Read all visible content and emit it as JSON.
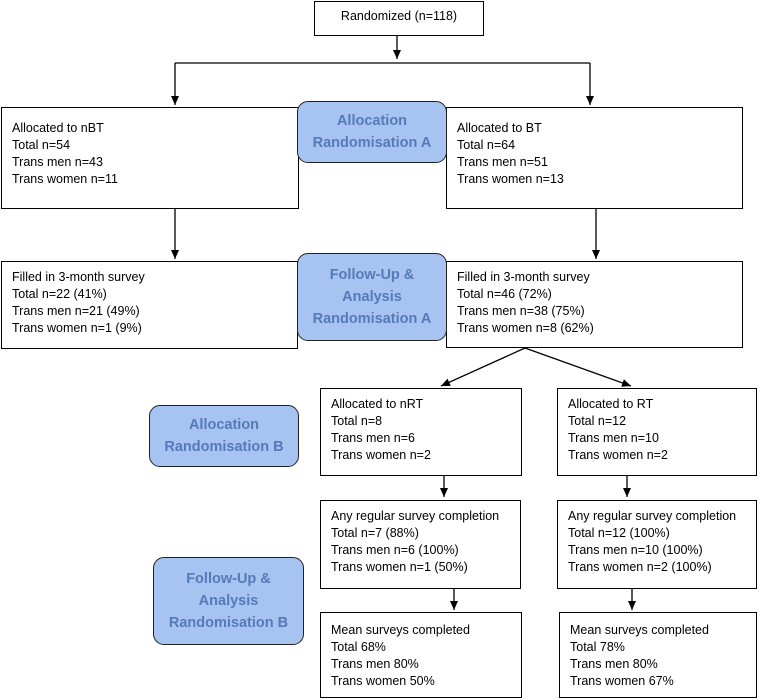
{
  "top": {
    "lines": [
      "Randomized (n=118)"
    ]
  },
  "labels": {
    "alloc_a": [
      "Allocation",
      "Randomisation A"
    ],
    "followup_a": [
      "Follow-Up &",
      "Analysis",
      "Randomisation A"
    ],
    "alloc_b": [
      "Allocation",
      "Randomisation B"
    ],
    "followup_b": [
      "Follow-Up &",
      "Analysis",
      "Randomisation B"
    ]
  },
  "boxes": {
    "nbt_alloc": [
      "Allocated to nBT",
      "Total n=54",
      "Trans men n=43",
      "Trans women n=11"
    ],
    "bt_alloc": [
      "Allocated to BT",
      "Total n=64",
      "Trans men n=51",
      "Trans women n=13"
    ],
    "nbt_survey": [
      "Filled in 3-month survey",
      "Total n=22 (41%)",
      "Trans men n=21 (49%)",
      "Trans women n=1 (9%)"
    ],
    "bt_survey": [
      "Filled in 3-month survey",
      "Total n=46 (72%)",
      "Trans men n=38 (75%)",
      "Trans women n=8 (62%)"
    ],
    "nrt_alloc": [
      "Allocated to nRT",
      "Total n=8",
      "Trans men n=6",
      "Trans women n=2"
    ],
    "rt_alloc": [
      "Allocated to RT",
      "Total n=12",
      "Trans men n=10",
      "Trans women n=2"
    ],
    "nrt_completion": [
      "Any regular survey completion",
      "Total n=7 (88%)",
      "Trans men n=6 (100%)",
      "Trans women n=1 (50%)"
    ],
    "rt_completion": [
      "Any regular survey completion",
      "Total n=12 (100%)",
      "Trans men n=10 (100%)",
      "Trans women n=2 (100%)"
    ],
    "nrt_mean": [
      "Mean surveys completed",
      "Total 68%",
      "Trans men 80%",
      "Trans women 50%"
    ],
    "rt_mean": [
      "Mean surveys completed",
      "Total 78%",
      "Trans men 80%",
      "Trans women 67%"
    ]
  },
  "colors": {
    "label_fill": "#a7c3f2",
    "label_text": "#5679b7"
  }
}
